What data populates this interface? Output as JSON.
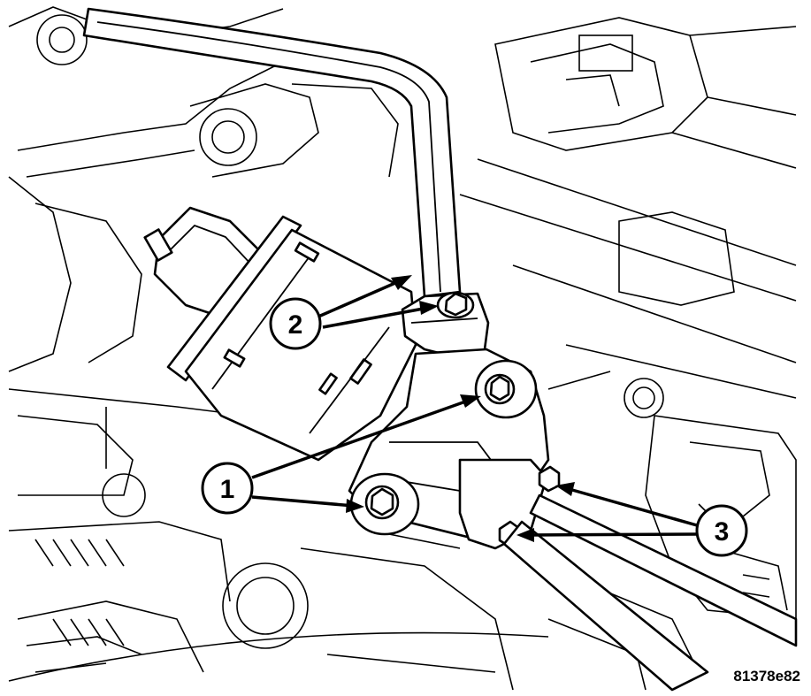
{
  "figure": {
    "id_text": "81378e82"
  },
  "callouts": [
    {
      "label": "1"
    },
    {
      "label": "2"
    },
    {
      "label": "3"
    }
  ]
}
